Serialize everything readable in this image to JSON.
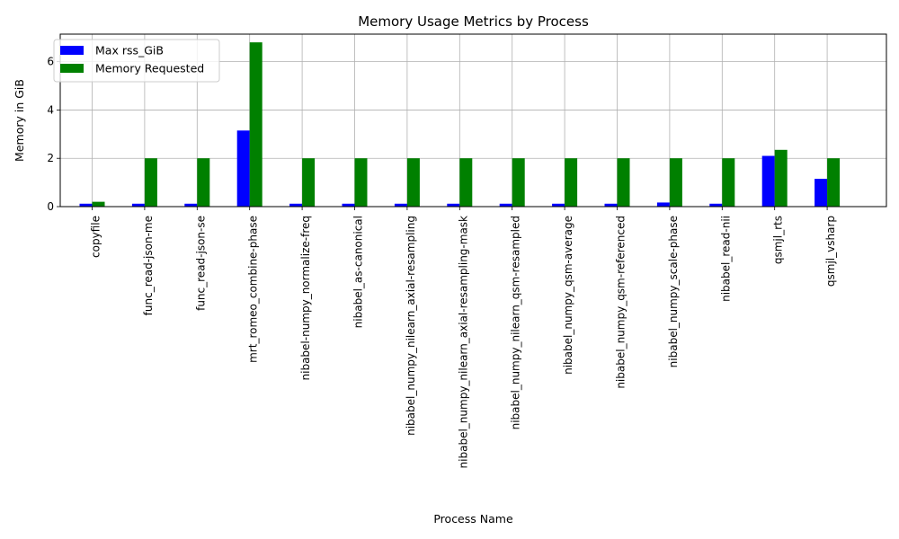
{
  "chart_data": {
    "type": "bar",
    "title": "Memory Usage Metrics by Process",
    "xlabel": "Process Name",
    "ylabel": "Memory in GiB",
    "categories": [
      "copyfile",
      "func_read-json-me",
      "func_read-json-se",
      "mrt_romeo_combine-phase",
      "nibabel-numpy_normalize-freq",
      "nibabel_as-canonical",
      "nibabel_numpy_nilearn_axial-resampling",
      "nibabel_numpy_nilearn_axial-resampling-mask",
      "nibabel_numpy_nilearn_qsm-resampled",
      "nibabel_numpy_qsm-average",
      "nibabel_numpy_qsm-referenced",
      "nibabel_numpy_scale-phase",
      "nibabel_read-nii",
      "qsmjl_rts",
      "qsmjl_vsharp"
    ],
    "series": [
      {
        "name": "Max rss_GiB",
        "color": "#0000ff",
        "values": [
          0.12,
          0.12,
          0.12,
          3.15,
          0.12,
          0.12,
          0.12,
          0.12,
          0.12,
          0.12,
          0.12,
          0.17,
          0.12,
          2.1,
          1.15
        ]
      },
      {
        "name": "Memory Requested",
        "color": "#008000",
        "values": [
          0.2,
          2.0,
          2.0,
          6.8,
          2.0,
          2.0,
          2.0,
          2.0,
          2.0,
          2.0,
          2.0,
          2.0,
          2.0,
          2.35,
          2.0
        ]
      }
    ],
    "yticks": [
      "0",
      "2",
      "4",
      "6"
    ],
    "ylim": [
      0,
      7.14
    ],
    "grid": true,
    "legend": "top-left"
  }
}
